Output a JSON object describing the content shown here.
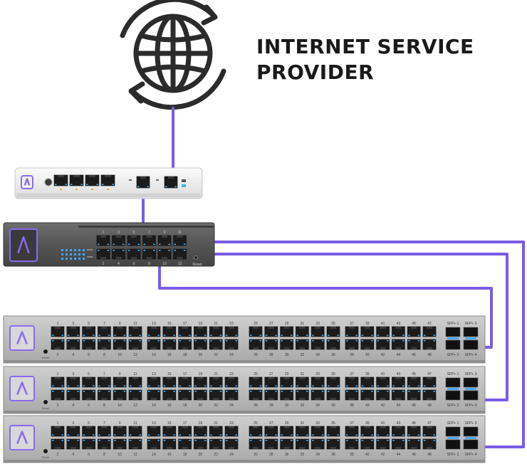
{
  "isp": {
    "title_line1": "INTERNET SERVICE",
    "title_line2": "PROVIDER",
    "icon": "globe-with-arrows-icon"
  },
  "gateway": {
    "icon": "brand-logo-icon",
    "lan_port_count": 4,
    "wan_port_count": 2
  },
  "core_switch": {
    "icon": "brand-logo-icon",
    "port_count": 12,
    "reset_label": "Reset",
    "top_port_numbers": [
      "1",
      "3",
      "5",
      "7",
      "9",
      "11"
    ],
    "bottom_port_numbers": [
      "2",
      "4",
      "6",
      "8",
      "10",
      "12"
    ]
  },
  "access_switches": {
    "count": 3,
    "port_count": 48,
    "reset_label": "Reset",
    "sfp_labels": [
      "SFP+ 1",
      "SFP+ 2",
      "SFP+ 3",
      "SFP+ 4"
    ],
    "top_port_numbers": [
      "1",
      "3",
      "5",
      "7",
      "9",
      "11",
      "13",
      "15",
      "17",
      "19",
      "21",
      "23",
      "25",
      "27",
      "29",
      "31",
      "33",
      "35",
      "37",
      "39",
      "41",
      "43",
      "45",
      "47"
    ],
    "bottom_port_numbers": [
      "2",
      "4",
      "6",
      "8",
      "10",
      "12",
      "14",
      "16",
      "18",
      "20",
      "22",
      "24",
      "26",
      "28",
      "30",
      "32",
      "34",
      "36",
      "38",
      "40",
      "42",
      "44",
      "46",
      "48"
    ]
  },
  "colors": {
    "cable": "#7a5ce6",
    "logo": "#8a6bf0",
    "ink": "#1a1a1a"
  }
}
